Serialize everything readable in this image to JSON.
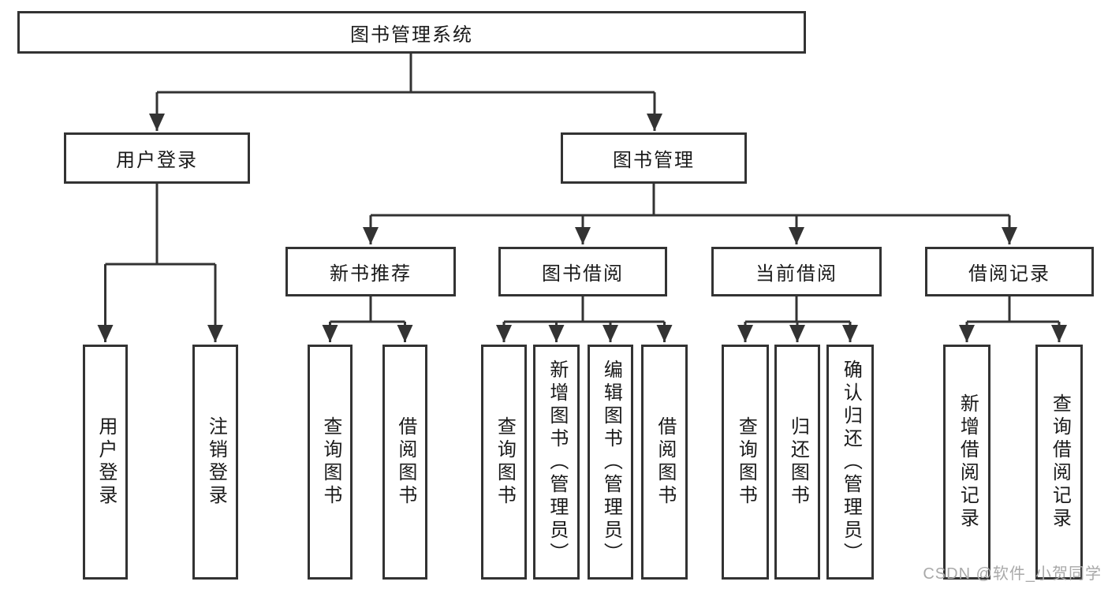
{
  "diagram": {
    "root": {
      "label": "图书管理系统"
    },
    "branches": [
      {
        "label": "用户登录",
        "leaves": [
          {
            "label": "用户登录"
          },
          {
            "label": "注销登录"
          }
        ]
      },
      {
        "label": "图书管理",
        "sections": [
          {
            "label": "新书推荐",
            "leaves": [
              {
                "label": "查询图书"
              },
              {
                "label": "借阅图书"
              }
            ]
          },
          {
            "label": "图书借阅",
            "leaves": [
              {
                "label": "查询图书"
              },
              {
                "label": "新增图书（管理员）"
              },
              {
                "label": "编辑图书（管理员）"
              },
              {
                "label": "借阅图书"
              }
            ]
          },
          {
            "label": "当前借阅",
            "leaves": [
              {
                "label": "查询图书"
              },
              {
                "label": "归还图书"
              },
              {
                "label": "确认归还（管理员）"
              }
            ]
          },
          {
            "label": "借阅记录",
            "leaves": [
              {
                "label": "新增借阅记录"
              },
              {
                "label": "查询借阅记录"
              }
            ]
          }
        ]
      }
    ]
  },
  "watermark": {
    "text": "CSDN @软件_小贺同学"
  },
  "colors": {
    "line": "#333333",
    "text": "#1a1a1a",
    "box_background": "#ffffff",
    "background": "#ffffff",
    "watermark": "#a9a9a9"
  }
}
